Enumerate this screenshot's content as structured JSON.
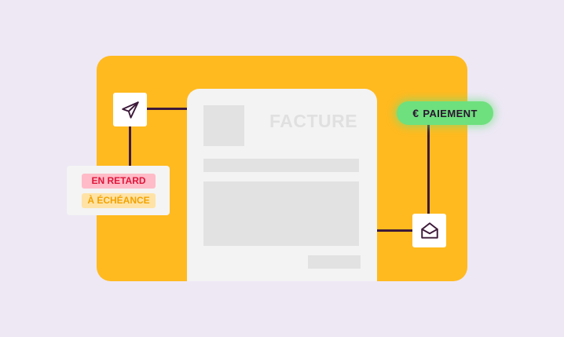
{
  "document": {
    "title": "FACTURE"
  },
  "status": {
    "late_label": "EN RETARD",
    "due_label": "À ÉCHÉANCE"
  },
  "payment": {
    "currency_symbol": "€",
    "label": "PAIEMENT"
  },
  "icons": {
    "send": "paper-plane-icon",
    "mail": "open-envelope-icon"
  },
  "colors": {
    "background": "#eee8f5",
    "panel": "#ffba1f",
    "connector": "#3d1a3a",
    "late": "#e0153a",
    "due": "#f2a200",
    "payment": "#6ee07e"
  }
}
